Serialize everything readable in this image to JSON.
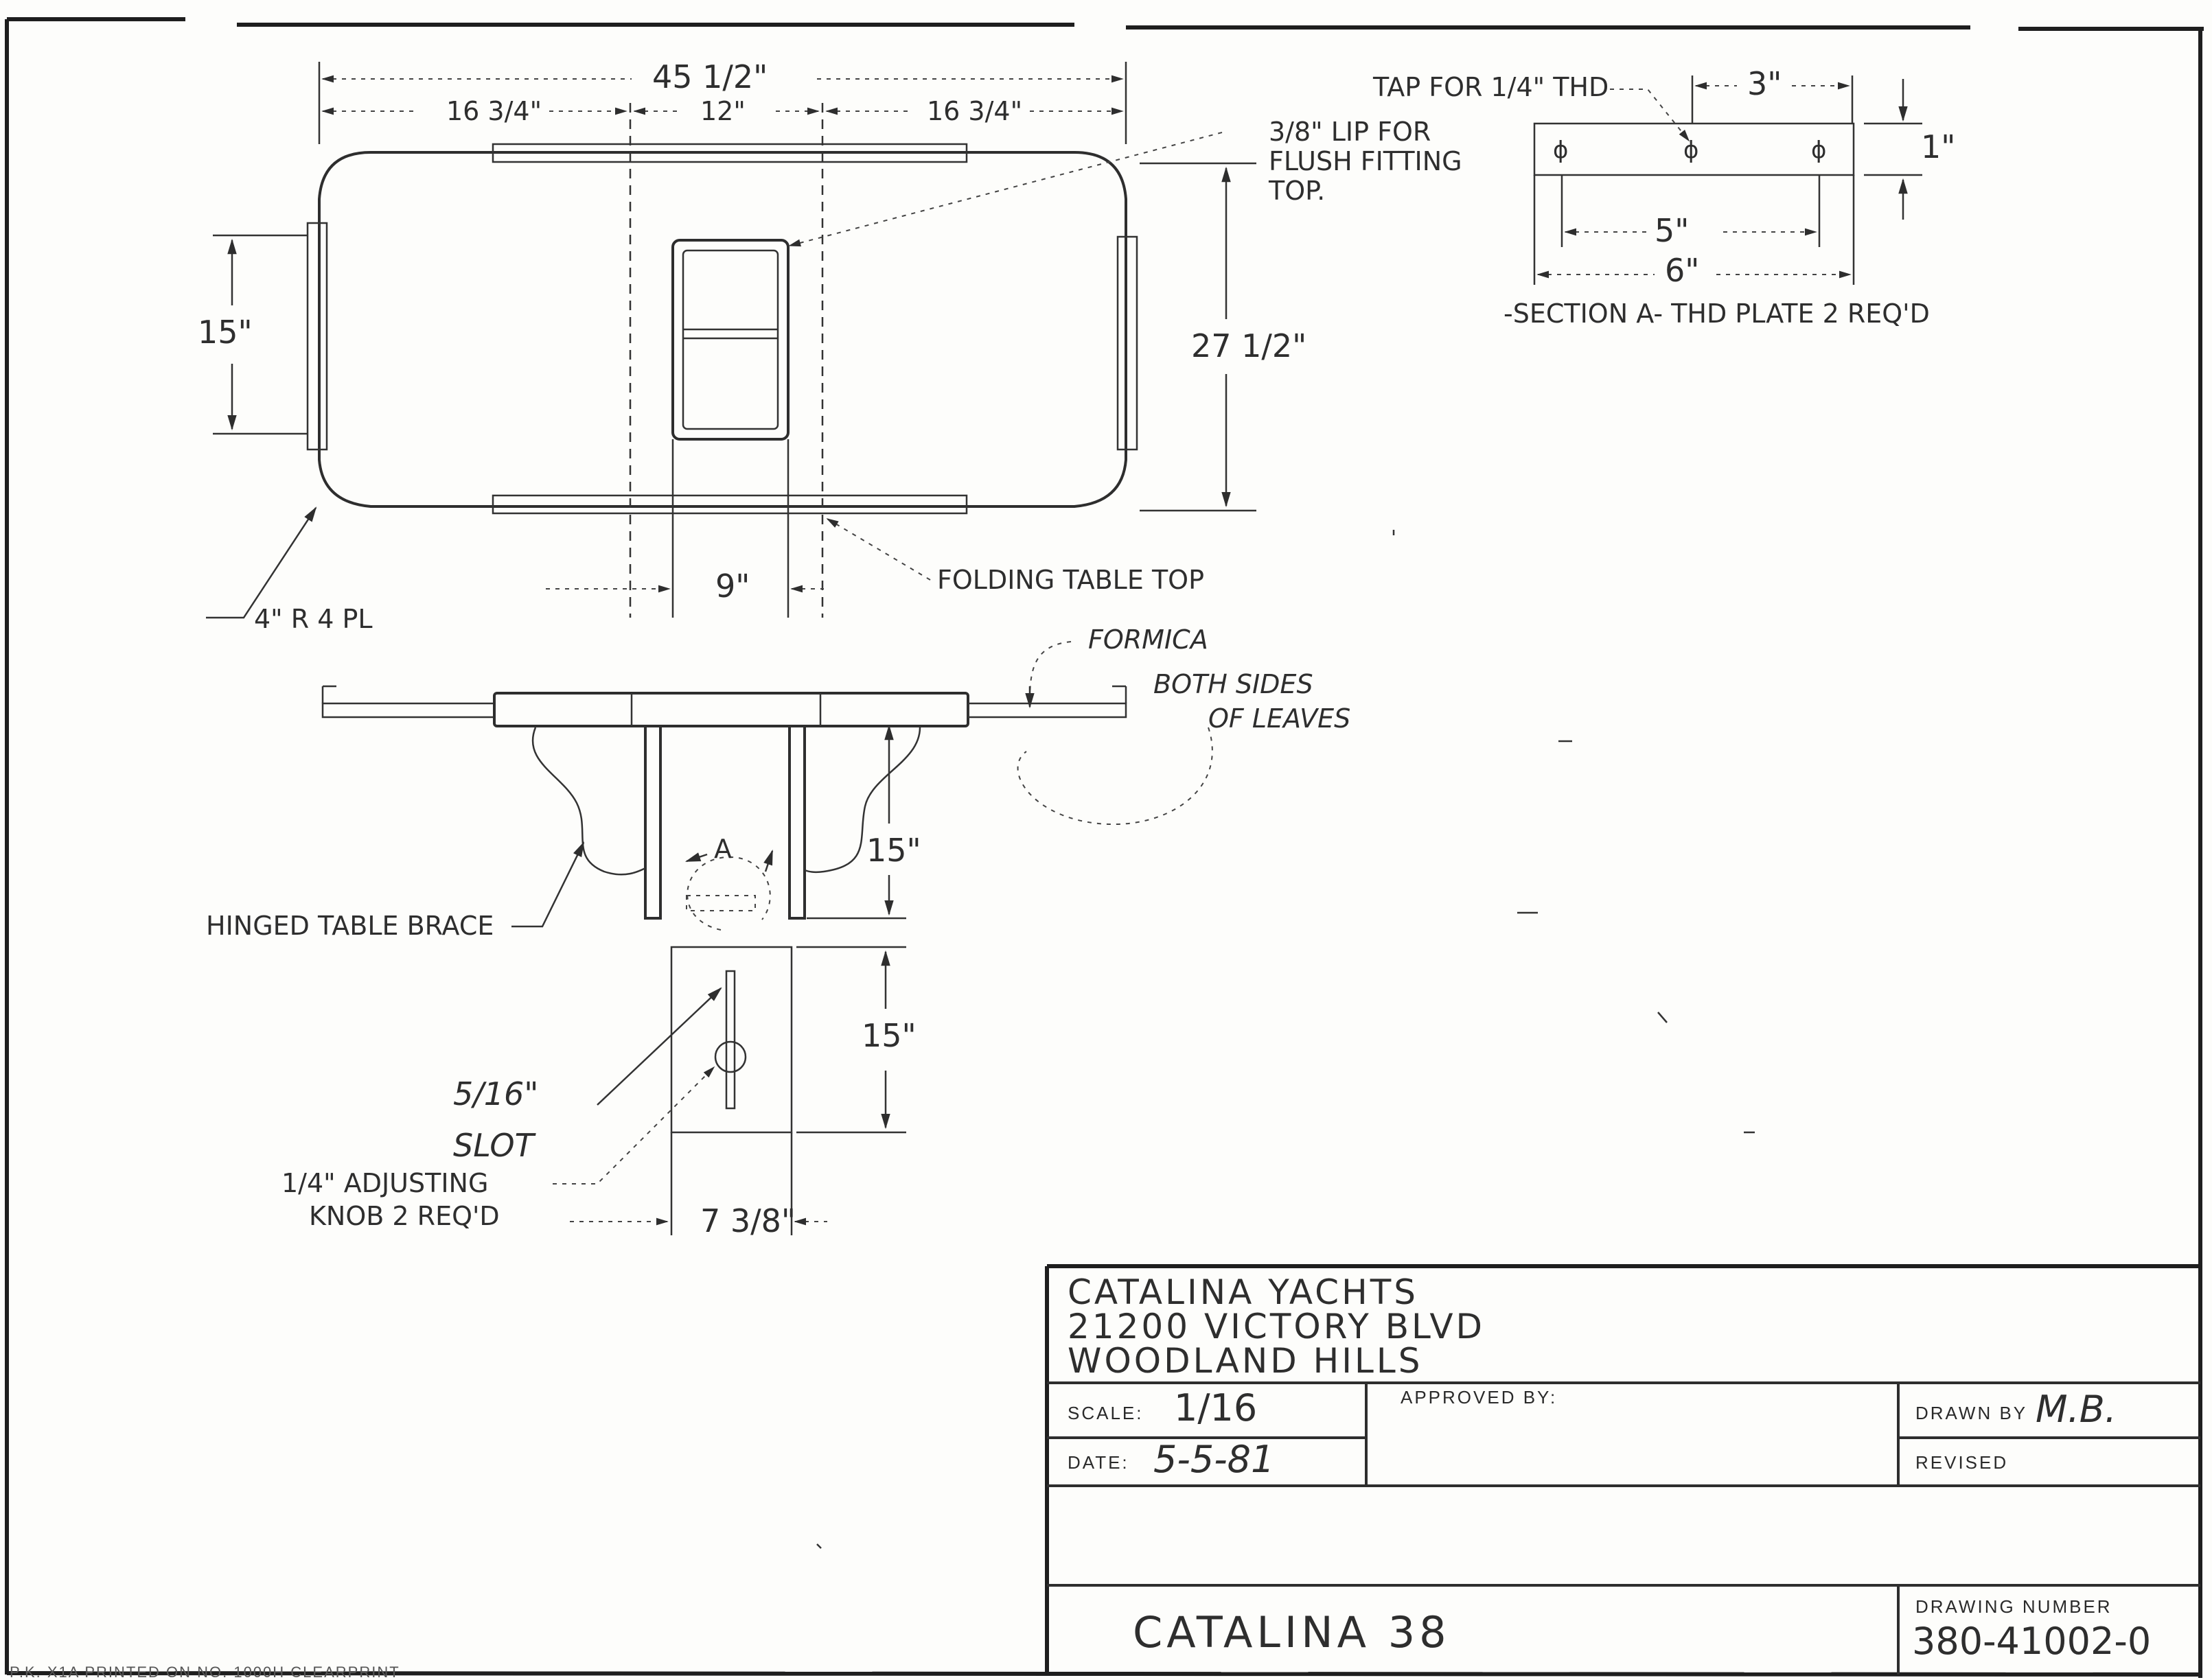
{
  "plan_view": {
    "overall_width": "45 1/2\"",
    "left_width": "16 3/4\"",
    "center_width": "12\"",
    "right_width": "16 3/4\"",
    "leaf_height": "15\"",
    "overall_depth": "27 1/2\"",
    "lip_note": [
      "3/8\" LIP FOR",
      "FLUSH FITTING",
      "TOP."
    ],
    "center_slot_width": "9\"",
    "folding_top_label": "FOLDING TABLE TOP",
    "corner_radius": "4\" R 4 PL"
  },
  "section_a": {
    "tap_note": "TAP FOR 1/4\" THD",
    "hole_spacing": "3\"",
    "plate_height": "1\"",
    "outer_hole_spacing": "5\"",
    "plate_length": "6\"",
    "title": "-SECTION A- THD PLATE 2 REQ'D"
  },
  "elevation_view": {
    "formica_note": [
      "FORMICA",
      "BOTH SIDES",
      "OF LEAVES"
    ],
    "section_marker": "A",
    "leg_height": "15\"",
    "brace_label": "HINGED TABLE BRACE"
  },
  "leg_detail": {
    "height": "15\"",
    "slot_note": [
      "5/16\"",
      "SLOT"
    ],
    "knob_note": [
      "1/4\" ADJUSTING",
      "KNOB 2 REQ'D"
    ],
    "width": "7 3/8\""
  },
  "title_block": {
    "company": [
      "CATALINA YACHTS",
      "21200 VICTORY BLVD",
      "WOODLAND HILLS"
    ],
    "scale_label": "SCALE:",
    "scale_value": "1/16",
    "approved_label": "APPROVED BY:",
    "approved_value": "",
    "drawn_by_label": "DRAWN BY",
    "drawn_by_value": "M.B.",
    "date_label": "DATE:",
    "date_value": "5-5-81",
    "revised_label": "REVISED",
    "project": "CATALINA 38",
    "drawing_number_label": "DRAWING NUMBER",
    "drawing_number": "380-41002-0"
  },
  "footer": {
    "print_note": "P.K. X1A   PRINTED ON NO. 1000H CLEARPRINT"
  }
}
